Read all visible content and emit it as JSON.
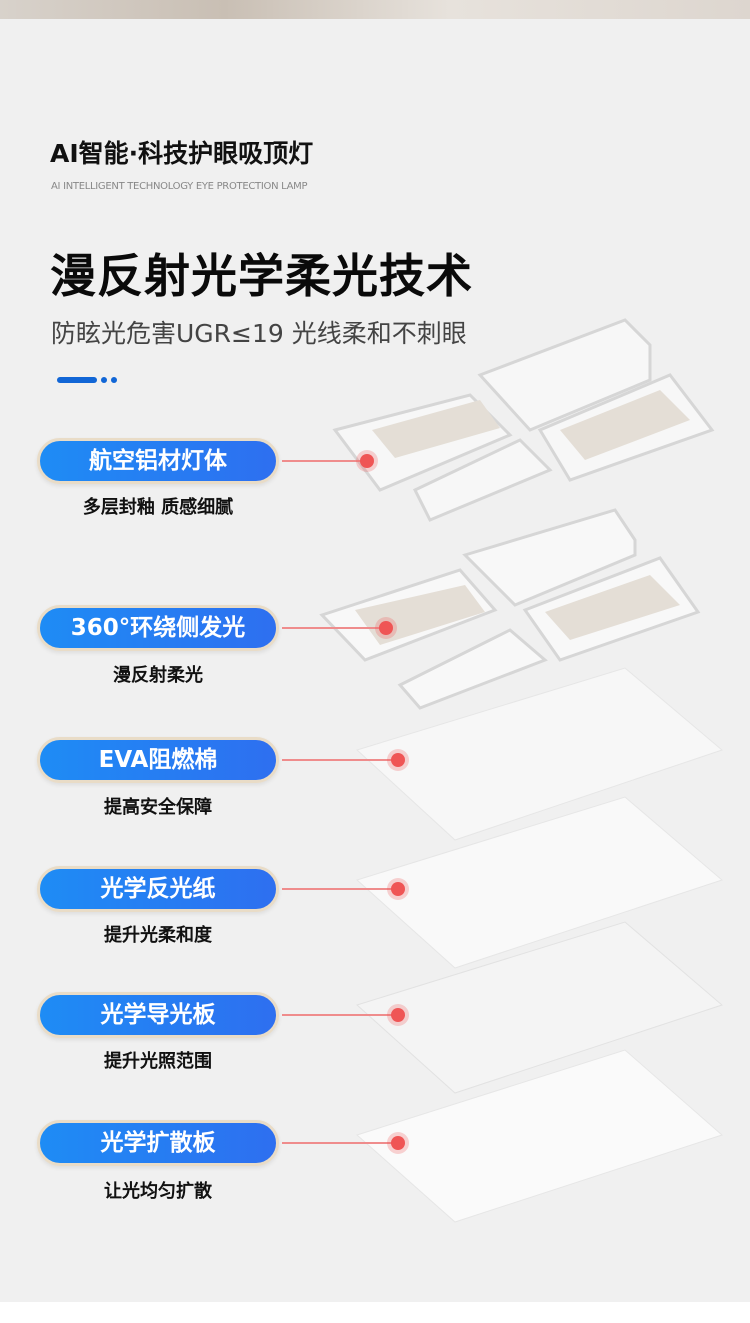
{
  "header": {
    "title": "AI智能·科技护眼吸顶灯",
    "title_en": "AI INTELLIGENT TECHNOLOGY EYE PROTECTION LAMP",
    "headline": "漫反射光学柔光技术",
    "subheadline": "防眩光危害UGR≤19 光线柔和不刺眼"
  },
  "layers": [
    {
      "label": "航空铝材灯体",
      "caption": "多层封釉 质感细腻"
    },
    {
      "label": "360°环绕侧发光",
      "caption": "漫反射柔光"
    },
    {
      "label": "EVA阻燃棉",
      "caption": "提高安全保障"
    },
    {
      "label": "光学反光纸",
      "caption": "提升光柔和度"
    },
    {
      "label": "光学导光板",
      "caption": "提升光照范围"
    },
    {
      "label": "光学扩散板",
      "caption": "让光均匀扩散"
    }
  ],
  "colors": {
    "accent": "#1e8cf5",
    "pointer": "#ef5555"
  }
}
